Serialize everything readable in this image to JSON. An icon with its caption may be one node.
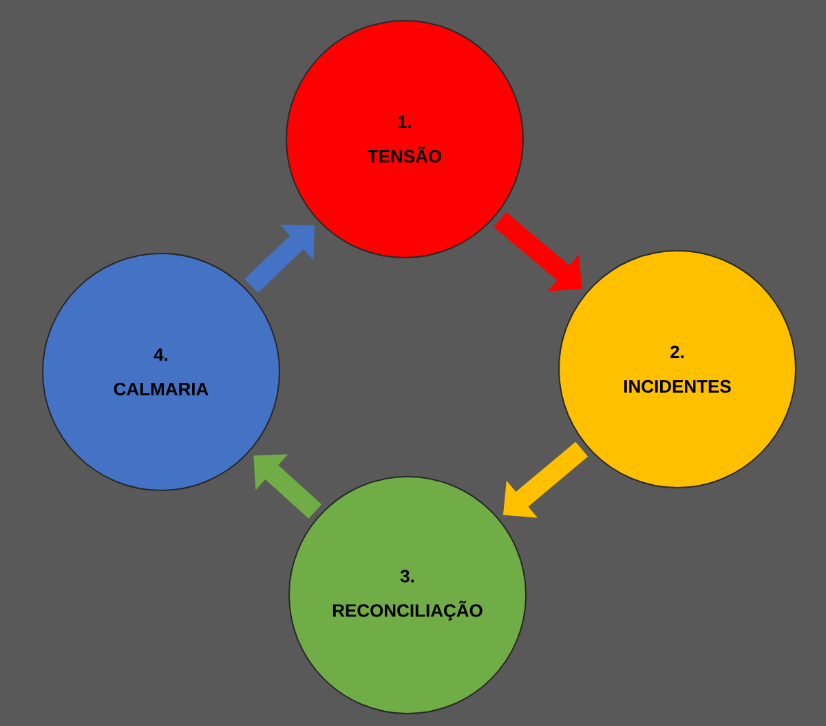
{
  "diagram": {
    "nodes": [
      {
        "text": [
          "1.",
          "TENSÃO"
        ]
      },
      {
        "text": [
          "2.",
          "INCIDENTES"
        ]
      },
      {
        "text": [
          "3.",
          "RECONCILIAÇÃO"
        ]
      },
      {
        "text": [
          "4.",
          "CALMARIA"
        ]
      }
    ],
    "edges": [
      {
        "from": 0,
        "to": 1,
        "arrow": "to",
        "color": "#ff0000"
      },
      {
        "from": 1,
        "to": 2,
        "arrow": "to",
        "color": "#ffc000"
      },
      {
        "from": 2,
        "to": 3,
        "arrow": "to",
        "color": "#70ad47"
      },
      {
        "from": 3,
        "to": 0,
        "arrow": "to",
        "color": "#4472c4"
      }
    ]
  }
}
